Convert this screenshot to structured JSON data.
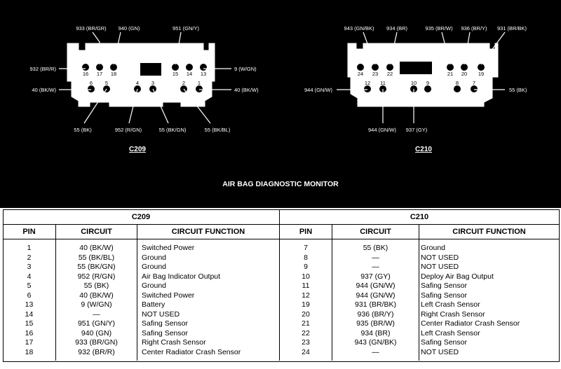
{
  "title": "AIR BAG DIAGNOSTIC MONITOR",
  "c209": {
    "name": "C209",
    "cavities": [
      "16",
      "17",
      "18",
      "15",
      "14",
      "13",
      "6",
      "5",
      "4",
      "3",
      "2",
      "1"
    ],
    "top_callouts": [
      "933 (BR/GR)",
      "940 (GN)",
      "951 (GN/Y)"
    ],
    "left_callouts": [
      "932 (BR/R)",
      "40 (BK/W)"
    ],
    "right_callouts": [
      "9 (W/GN)",
      "40 (BK/W)"
    ],
    "bottom_callouts": [
      "55 (BK)",
      "952 (R/GN)",
      "55 (BK/GN)",
      "55 (BK/BL)"
    ]
  },
  "c210": {
    "name": "C210",
    "cavities": [
      "24",
      "23",
      "22",
      "21",
      "20",
      "19",
      "12",
      "11",
      "10",
      "9",
      "8",
      "7"
    ],
    "top_callouts": [
      "943 (GN/BK)",
      "934 (BR)",
      "935 (BR/W)",
      "936 (BR/Y)",
      "931 (BR/BK)"
    ],
    "left_callouts": [
      "944 (GN/W)"
    ],
    "right_callouts": [
      "55 (BK)"
    ],
    "bottom_callouts": [
      "944 (GN/W)",
      "937 (GY)"
    ]
  },
  "table": {
    "group_headers": [
      "C209",
      "C210"
    ],
    "column_headers": [
      "PIN",
      "CIRCUIT",
      "CIRCUIT FUNCTION",
      "PIN",
      "CIRCUIT",
      "CIRCUIT FUNCTION"
    ],
    "left_rows": [
      [
        "1",
        "40 (BK/W)",
        "Switched Power"
      ],
      [
        "2",
        "55 (BK/BL)",
        "Ground"
      ],
      [
        "3",
        "55 (BK/GN)",
        "Ground"
      ],
      [
        "4",
        "952 (R/GN)",
        "Air Bag Indicator Output"
      ],
      [
        "5",
        "55 (BK)",
        "Ground"
      ],
      [
        "6",
        "40 (BK/W)",
        "Switched Power"
      ],
      [
        "13",
        "9 (W/GN)",
        "Battery"
      ],
      [
        "14",
        "—",
        "NOT USED"
      ],
      [
        "15",
        "951 (GN/Y)",
        "Safing Sensor"
      ],
      [
        "16",
        "940 (GN)",
        "Safing Sensor"
      ],
      [
        "17",
        "933 (BR/GN)",
        "Right Crash Sensor"
      ],
      [
        "18",
        "932 (BR/R)",
        "Center Radiator Crash Sensor"
      ]
    ],
    "right_rows": [
      [
        "7",
        "55 (BK)",
        "Ground"
      ],
      [
        "8",
        "—",
        "NOT USED"
      ],
      [
        "9",
        "—",
        "NOT USED"
      ],
      [
        "10",
        "937 (GY)",
        "Deploy Air Bag Output"
      ],
      [
        "11",
        "944 (GN/W)",
        "Safing Sensor"
      ],
      [
        "12",
        "944 (GN/W)",
        "Safing Sensor"
      ],
      [
        "19",
        "931 (BR/BK)",
        "Left Crash Sensor"
      ],
      [
        "20",
        "936 (BR/Y)",
        "Right Crash Sensor"
      ],
      [
        "21",
        "935 (BR/W)",
        "Center Radiator Crash Sensor"
      ],
      [
        "22",
        "934 (BR)",
        "Left Crash Sensor"
      ],
      [
        "23",
        "943 (GN/BK)",
        "Safing Sensor"
      ],
      [
        "24",
        "—",
        "NOT USED"
      ]
    ]
  }
}
